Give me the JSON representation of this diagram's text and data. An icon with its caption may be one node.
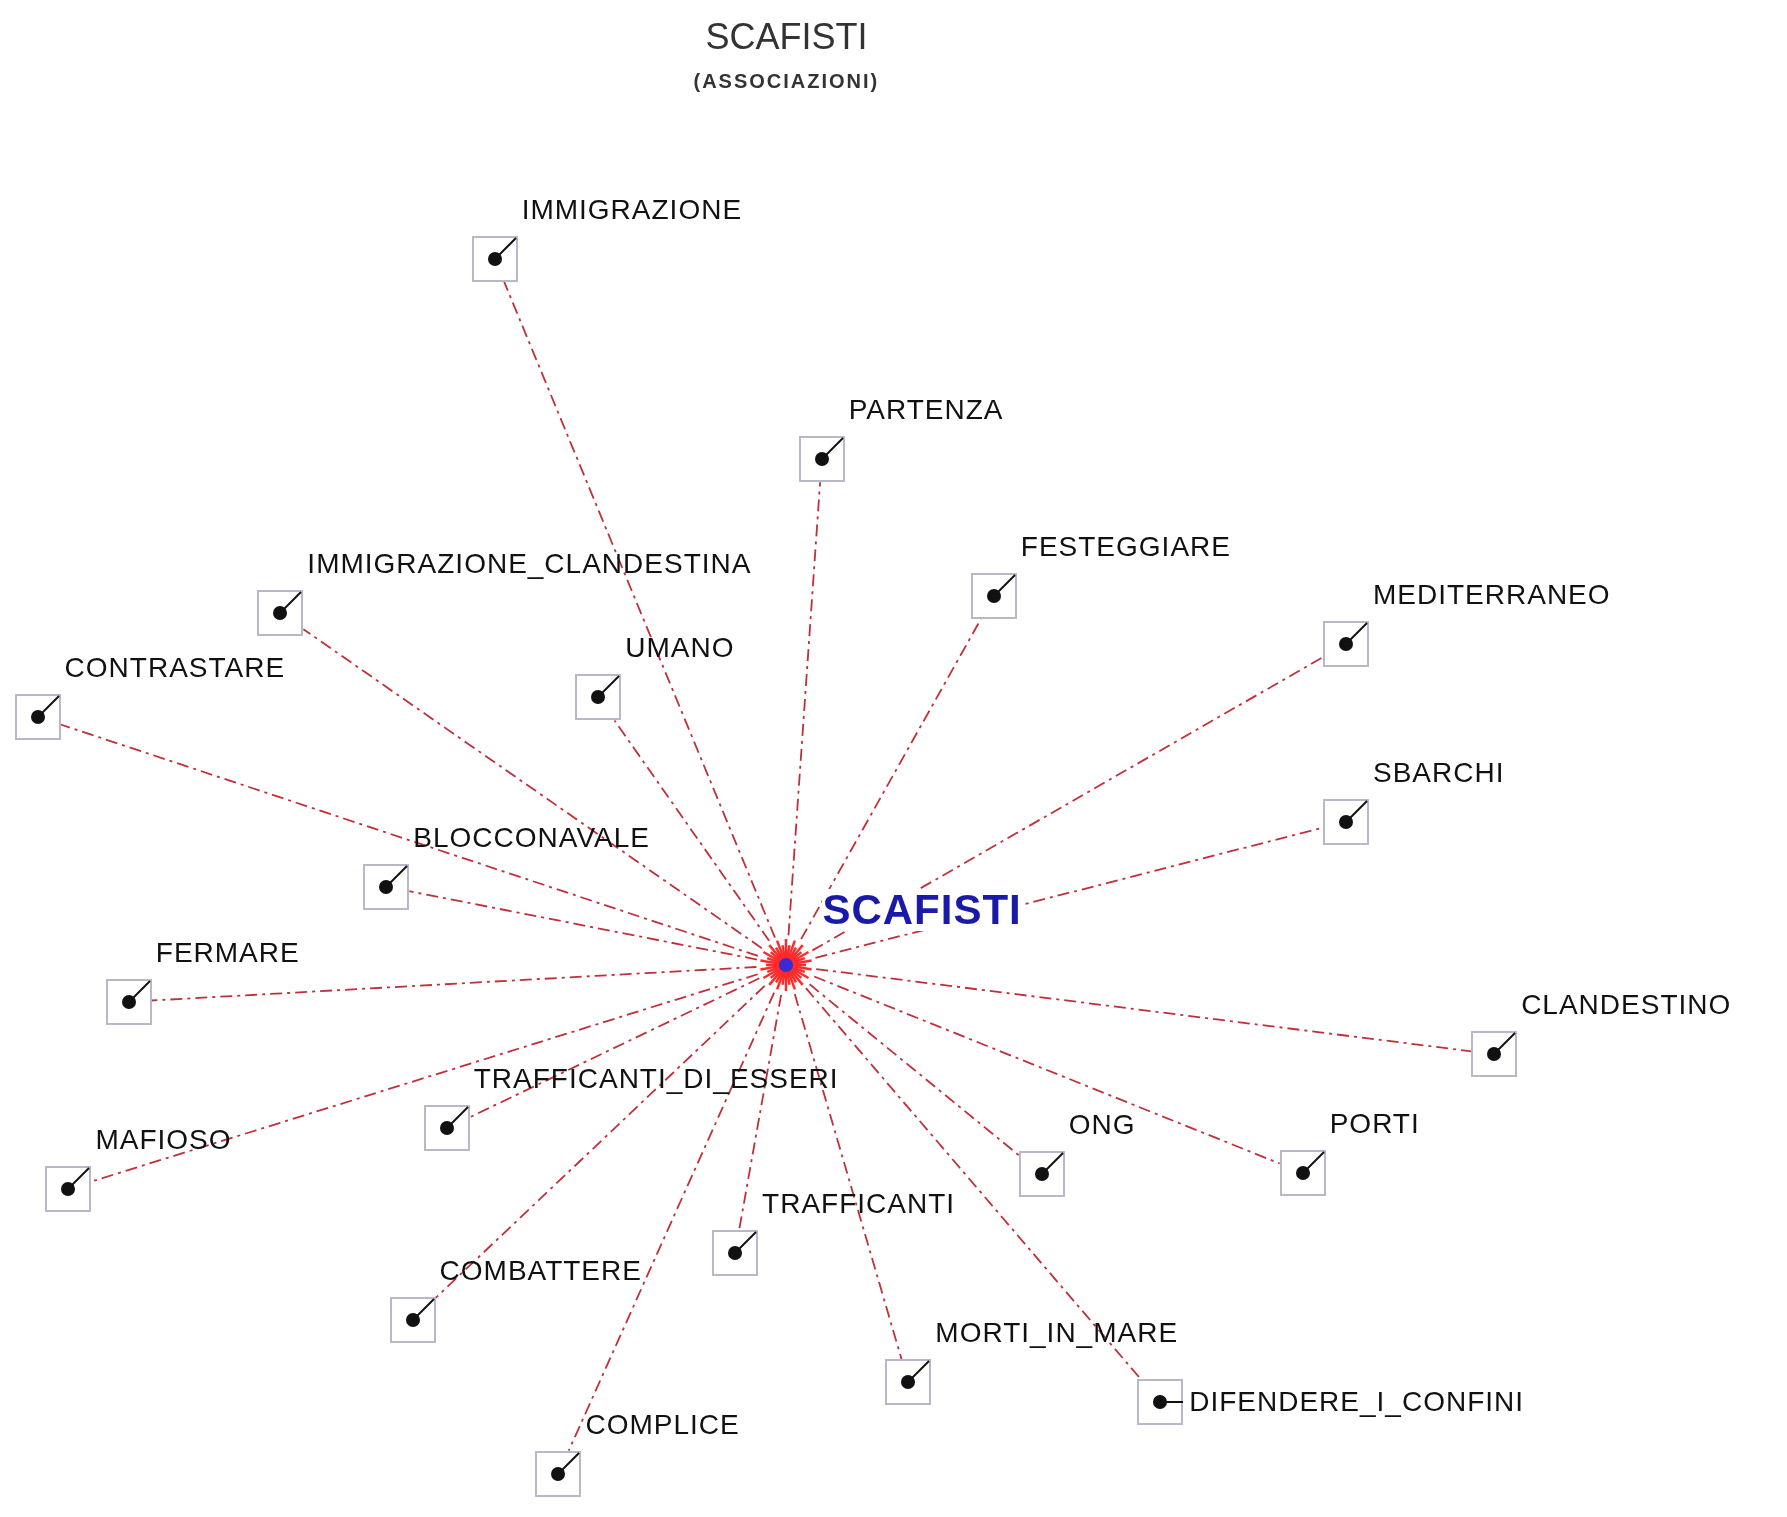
{
  "diagram": {
    "title": "SCAFISTI",
    "caption": "(ASSOCIAZIONI)",
    "nodes": [
      {
        "text": [
          "SCAFISTI"
        ]
      },
      {
        "text": [
          "IMMIGRAZIONE"
        ]
      },
      {
        "text": [
          "PARTENZA"
        ]
      },
      {
        "text": [
          "IMMIGRAZIONE_CLANDESTINA"
        ]
      },
      {
        "text": [
          "UMANO"
        ]
      },
      {
        "text": [
          "FESTEGGIARE"
        ]
      },
      {
        "text": [
          "MEDITERRANEO"
        ]
      },
      {
        "text": [
          "CONTRASTARE"
        ]
      },
      {
        "text": [
          "SBARCHI"
        ]
      },
      {
        "text": [
          "BLOCCONAVALE"
        ]
      },
      {
        "text": [
          "FERMARE"
        ]
      },
      {
        "text": [
          "CLANDESTINO"
        ]
      },
      {
        "text": [
          "TRAFFICANTI_DI_ESSERI"
        ]
      },
      {
        "text": [
          "MAFIOSO"
        ]
      },
      {
        "text": [
          "ONG"
        ]
      },
      {
        "text": [
          "PORTI"
        ]
      },
      {
        "text": [
          "TRAFFICANTI"
        ]
      },
      {
        "text": [
          "COMBATTERE"
        ]
      },
      {
        "text": [
          "MORTI_IN_MARE"
        ]
      },
      {
        "text": [
          "DIFENDERE_I_CONFINI"
        ]
      },
      {
        "text": [
          "COMPLICE"
        ]
      }
    ],
    "edges": [
      {
        "from": 0,
        "to": 1,
        "arrow": "none"
      },
      {
        "from": 0,
        "to": 2,
        "arrow": "none"
      },
      {
        "from": 0,
        "to": 3,
        "arrow": "none"
      },
      {
        "from": 0,
        "to": 4,
        "arrow": "none"
      },
      {
        "from": 0,
        "to": 5,
        "arrow": "none"
      },
      {
        "from": 0,
        "to": 6,
        "arrow": "none"
      },
      {
        "from": 0,
        "to": 7,
        "arrow": "none"
      },
      {
        "from": 0,
        "to": 8,
        "arrow": "none"
      },
      {
        "from": 0,
        "to": 9,
        "arrow": "none"
      },
      {
        "from": 0,
        "to": 10,
        "arrow": "none"
      },
      {
        "from": 0,
        "to": 11,
        "arrow": "none"
      },
      {
        "from": 0,
        "to": 12,
        "arrow": "none"
      },
      {
        "from": 0,
        "to": 13,
        "arrow": "none"
      },
      {
        "from": 0,
        "to": 14,
        "arrow": "none"
      },
      {
        "from": 0,
        "to": 15,
        "arrow": "none"
      },
      {
        "from": 0,
        "to": 16,
        "arrow": "none"
      },
      {
        "from": 0,
        "to": 17,
        "arrow": "none"
      },
      {
        "from": 0,
        "to": 18,
        "arrow": "none"
      },
      {
        "from": 0,
        "to": 19,
        "arrow": "none"
      },
      {
        "from": 0,
        "to": 20,
        "arrow": "none"
      }
    ]
  }
}
